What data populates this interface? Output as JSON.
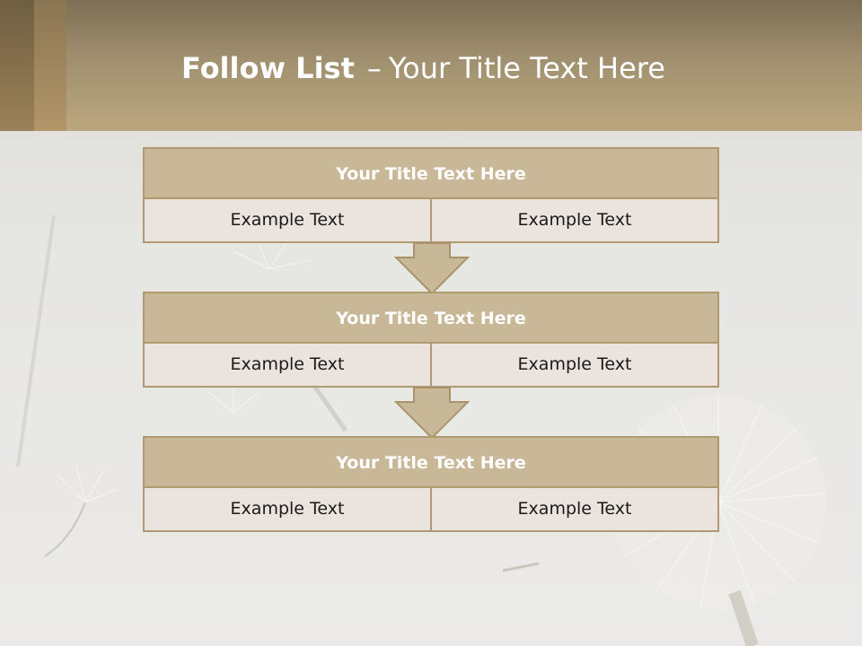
{
  "slide": {
    "title_bold": "Follow List",
    "title_sep": "–",
    "title_rest": "Your Title Text Here"
  },
  "steps": [
    {
      "title": "Your Title Text Here",
      "left": "Example Text",
      "right": "Example Text"
    },
    {
      "title": "Your Title Text Here",
      "left": "Example Text",
      "right": "Example Text"
    },
    {
      "title": "Your Title Text Here",
      "left": "Example Text",
      "right": "Example Text"
    }
  ],
  "colors": {
    "header": "#a0906f",
    "box_title_fill": "#c9b898",
    "box_cell_fill": "#ebe3dd",
    "border": "#b09a72"
  }
}
